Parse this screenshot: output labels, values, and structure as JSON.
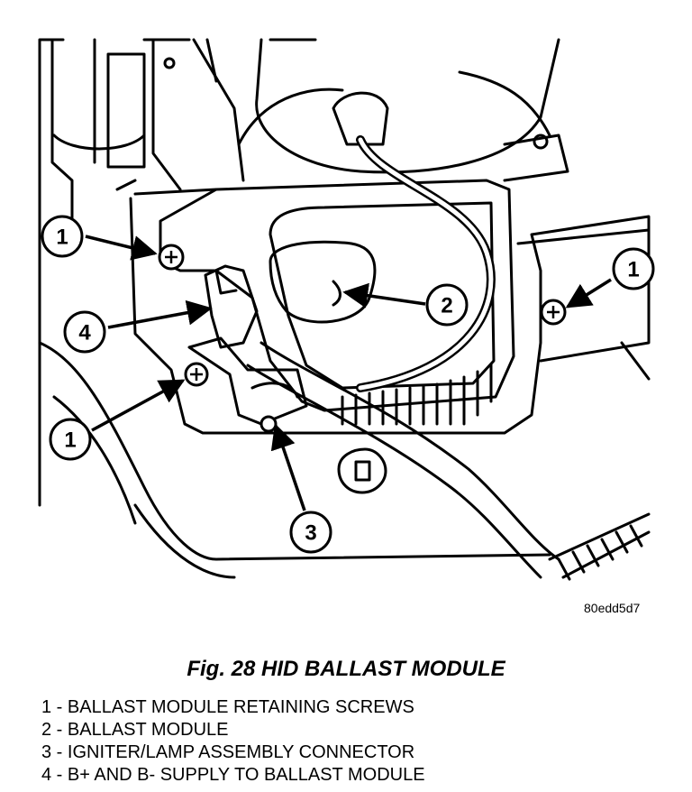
{
  "figure": {
    "ref_code": "80edd5d7",
    "caption": "Fig. 28 HID BALLAST MODULE",
    "callouts": [
      "1",
      "1",
      "1",
      "2",
      "3",
      "4"
    ]
  },
  "legend": [
    "1 - BALLAST MODULE RETAINING SCREWS",
    "2 - BALLAST MODULE",
    "3 - IGNITER/LAMP ASSEMBLY CONNECTOR",
    "4 - B+ AND B- SUPPLY TO BALLAST MODULE"
  ]
}
